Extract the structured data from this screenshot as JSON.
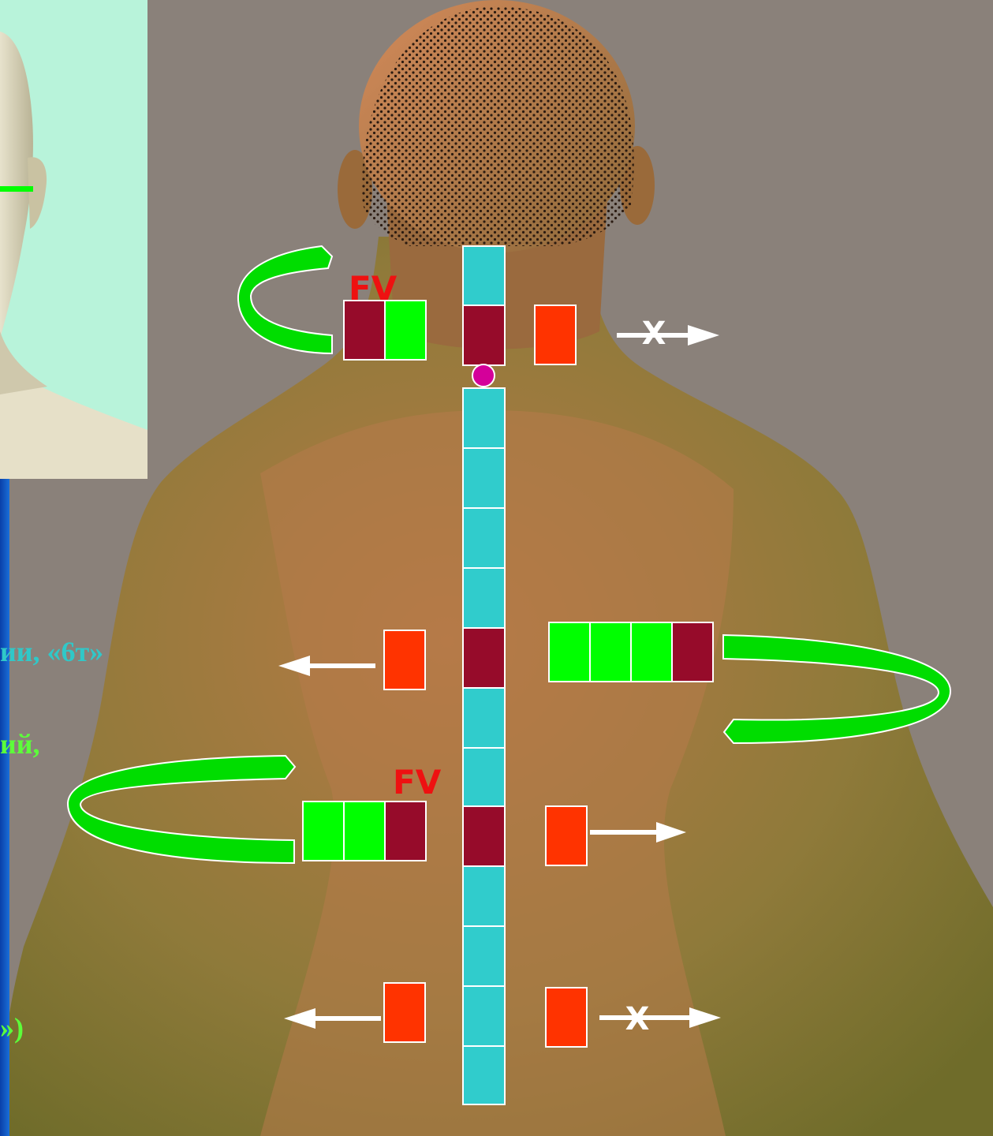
{
  "labels": {
    "fv_upper": "FV",
    "fv_lower": "FV",
    "blocked_marker": "X"
  },
  "side_text": [
    "ии, «6т»",
    "ий,",
    "»)"
  ],
  "colors": {
    "background": "#8a817a",
    "inset_background": "#b8f3da",
    "spine_segment": "#30cccc",
    "blocked_segment": "#960b2a",
    "rotation_segment": "#00ff00",
    "muscle_block": "#ff3300",
    "rotation_arrow": "#00dd00",
    "fv_text": "#ee1111",
    "pivot_dot": "#d4009a",
    "arrow": "#ffffff",
    "side_panel": "#0b4aa8",
    "side_text_cyan": "#30c8c8",
    "side_text_green": "#5cff3a"
  },
  "icons": {
    "rotation": "curved-green-arrow-icon",
    "direction": "white-arrow-icon",
    "pivot": "magenta-dot-icon",
    "head_reference": "head-3d-figure"
  }
}
